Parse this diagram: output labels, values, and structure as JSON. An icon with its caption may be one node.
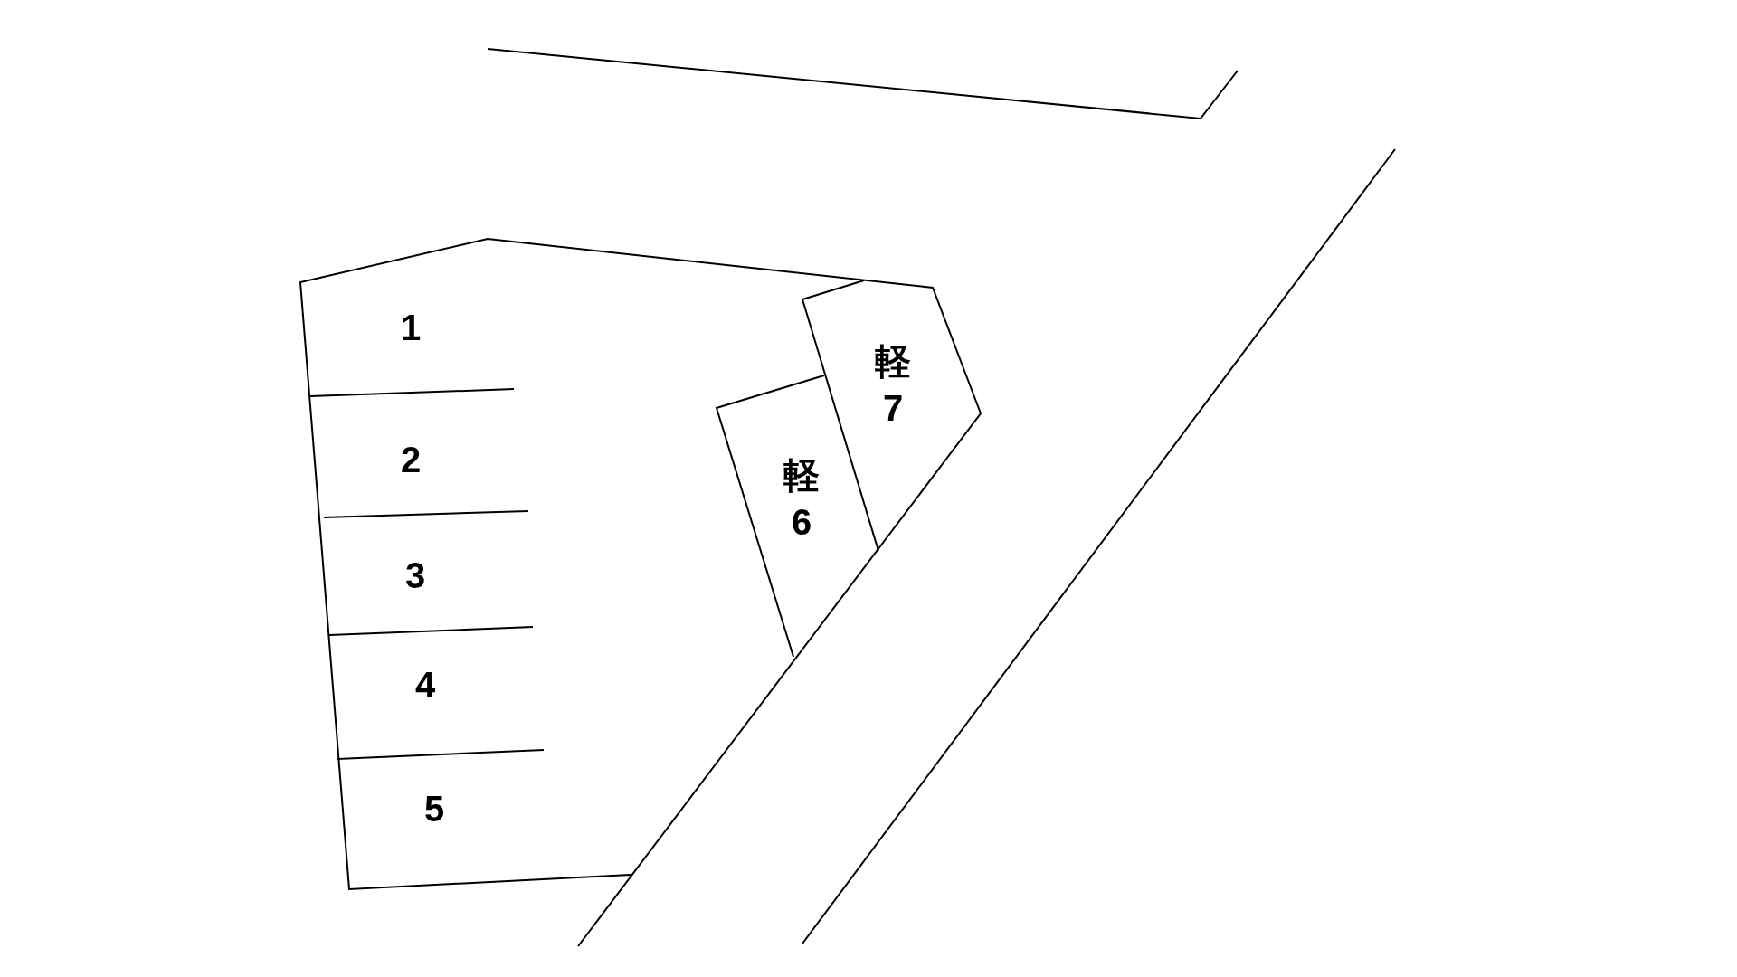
{
  "diagram": {
    "nodes": [
      {
        "text": [
          "1"
        ]
      },
      {
        "text": [
          "2"
        ]
      },
      {
        "text": [
          "3"
        ]
      },
      {
        "text": [
          "4"
        ]
      },
      {
        "text": [
          "5"
        ]
      },
      {
        "text": [
          "軽 6"
        ]
      },
      {
        "text": [
          "軽 7"
        ]
      }
    ]
  }
}
